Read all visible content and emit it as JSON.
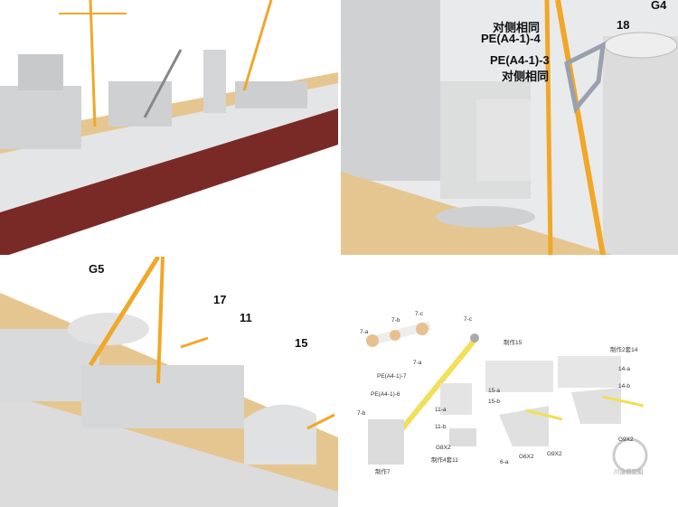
{
  "panels": {
    "top_right": {
      "labels": {
        "g4": "G4",
        "part18": "18",
        "same_other_side_1": "对侧相同",
        "pe4": "PE(A4-1)-4",
        "pe3": "PE(A4-1)-3",
        "same_other_side_2": "对侧相同"
      }
    },
    "bottom_left": {
      "labels": {
        "g5": "G5",
        "part17": "17",
        "part11": "11",
        "part15": "15"
      }
    },
    "bottom_right": {
      "labels": {
        "p7a_top": "7-a",
        "p7b_top": "7-b",
        "p7c_top": "7-c",
        "p7c_crane": "7-c",
        "p7a_crane": "7-a",
        "pe7": "PE(A4-1)-7",
        "pe6": "PE(A4-1)-6",
        "p7b_base": "7-b",
        "make7": "制作7",
        "p11a": "11-a",
        "p11b": "11-b",
        "g8x2": "G8X2",
        "make4x11": "制作4套11",
        "make15": "制作15",
        "p15a": "15-a",
        "p15b": "15-b",
        "p6a": "6-a",
        "g6x2": "G6X2",
        "g9x2_a": "G9X2",
        "make2x14": "制作2套14",
        "p14a": "14-a",
        "p14b": "14-b",
        "g9x2_b": "G9X2",
        "logo": "川渝模型船"
      }
    }
  },
  "colors": {
    "hull_red": "#7a2a26",
    "deck_tan": "#e6c690",
    "mast_yellow": "#f0a828",
    "pe_yellow": "#f2df5a",
    "model_gray": "#d9dadb"
  }
}
